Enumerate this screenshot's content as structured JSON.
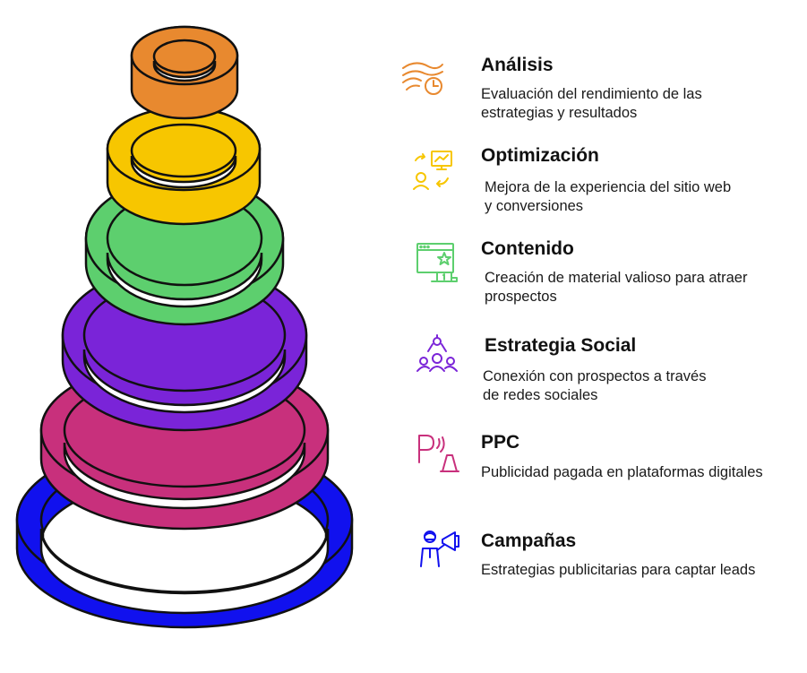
{
  "items": [
    {
      "title": "Análisis",
      "desc": [
        "Evaluación del rendimiento de las",
        "estrategias y resultados"
      ],
      "icon": "analysis-icon"
    },
    {
      "title": "Optimización",
      "desc": [
        "Mejora de la experiencia del sitio web",
        " y conversiones"
      ],
      "icon": "optimization-icon"
    },
    {
      "title": "Contenido",
      "desc": [
        "Creación de material valioso para atraer",
        " prospectos"
      ],
      "icon": "content-icon"
    },
    {
      "title": "Estrategia Social",
      "desc": [
        "Conexión con prospectos a través",
        "de redes sociales"
      ],
      "icon": "social-strategy-icon"
    },
    {
      "title": "PPC",
      "desc": [
        "Publicidad pagada en plataformas digitales"
      ],
      "icon": "ppc-icon"
    },
    {
      "title": "Campañas",
      "desc": [
        "Estrategias publicitarias para captar leads"
      ],
      "icon": "campaigns-icon"
    }
  ],
  "colors": {
    "analysis": "#E8892F",
    "optimization": "#F7C600",
    "content": "#5DCF6E",
    "social": "#7A24D8",
    "ppc": "#C8307C",
    "campaigns": "#1111EE",
    "outline": "#111111"
  }
}
